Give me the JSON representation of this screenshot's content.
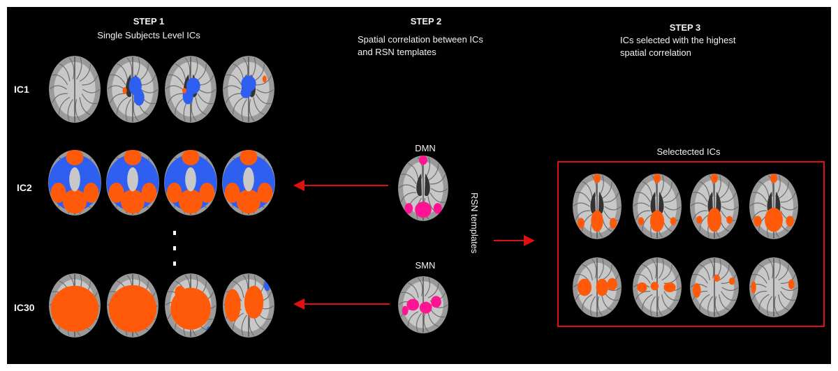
{
  "step1": {
    "heading": "STEP 1",
    "caption": "Single Subjects Level ICs"
  },
  "step2": {
    "heading": "STEP 2",
    "caption_line1": "Spatial correlation between ICs",
    "caption_line2": "and RSN templates"
  },
  "step3": {
    "heading": "STEP 3",
    "caption_line1": "ICs selected with the highest",
    "caption_line2": "spatial correlation"
  },
  "rows": [
    {
      "label": "IC1",
      "map": "blue-ventricular"
    },
    {
      "label": "IC2",
      "map": "blue-orange-default-mode"
    },
    {
      "label": "IC30",
      "map": "orange-sensorimotor"
    }
  ],
  "templates": {
    "axis_label": "RSN templates",
    "items": [
      {
        "label": "DMN",
        "color": "#ff1493"
      },
      {
        "label": "SMN",
        "color": "#ff1493"
      }
    ]
  },
  "selected": {
    "title": "Selectected ICs",
    "box_color": "#e01010"
  },
  "colors": {
    "background": "#000000",
    "blue_component": "#2f5ff0",
    "orange_component": "#ff5a0a",
    "template_pink": "#ff1493",
    "arrow": "#e01010"
  }
}
